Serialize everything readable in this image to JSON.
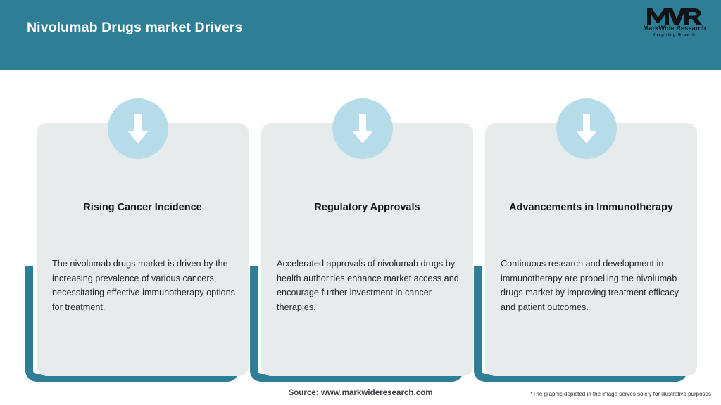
{
  "header": {
    "title": "Nivolumab Drugs market Drivers",
    "background_color": "#2E7E95",
    "logo": {
      "mark": "MWR",
      "name": "MarkWide Research",
      "tagline": "Inspiring Growth"
    }
  },
  "cards": [
    {
      "icon": "down-arrow-icon",
      "title": "Rising Cancer Incidence",
      "body": "The nivolumab drugs market is driven by the increasing prevalence of various cancers, necessitating effective immunotherapy options for treatment."
    },
    {
      "icon": "down-arrow-icon",
      "title": "Regulatory Approvals",
      "body": "Accelerated approvals of nivolumab drugs by health authorities enhance market access and encourage further investment in cancer therapies."
    },
    {
      "icon": "down-arrow-icon",
      "title": "Advancements in Immunotherapy",
      "body": "Continuous research and development in immunotherapy are propelling the nivolumab drugs market by improving treatment efficacy and patient outcomes."
    }
  ],
  "footer": {
    "source": "Source: www.markwideresearch.com",
    "disclaimer": "*The graphic depicted in the image serves solely for illustrative purposes"
  },
  "colors": {
    "accent_teal": "#2E7E95",
    "card_gray": "#E8EBEC",
    "icon_blue": "#B6DCEA",
    "text_dark": "#15181B"
  }
}
